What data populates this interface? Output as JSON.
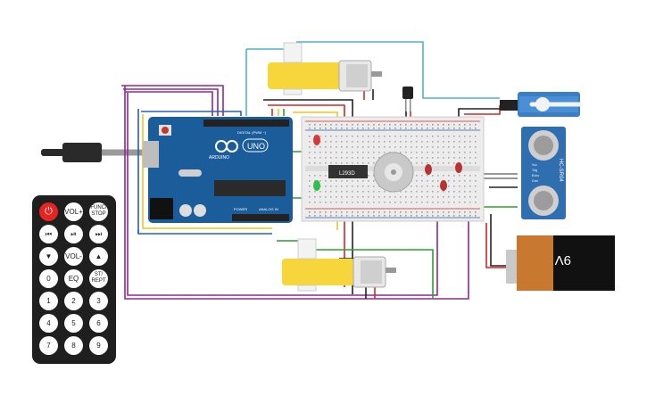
{
  "arduino": {
    "brand": "ARDUINO",
    "model": "UNO",
    "digital_label": "DIGITAL (PWM ~)",
    "power_label": "POWER",
    "analog_label": "ANALOG IN"
  },
  "ic": {
    "label": "L293D"
  },
  "ultrasonic": {
    "label": "HC-SR04",
    "pins": [
      "Vcc",
      "Trig",
      "Echo",
      "Gnd"
    ]
  },
  "battery": {
    "label": "9V"
  },
  "remote": {
    "buttons": [
      {
        "label": "⏻",
        "icon": "power-icon"
      },
      {
        "label": "VOL+"
      },
      {
        "label": "FUNC/ STOP"
      },
      {
        "label": "⏮",
        "icon": "previous-icon"
      },
      {
        "label": "⏯",
        "icon": "play-pause-icon"
      },
      {
        "label": "⏭",
        "icon": "next-icon"
      },
      {
        "label": "▼",
        "icon": "down-icon"
      },
      {
        "label": "VOL-"
      },
      {
        "label": "▲",
        "icon": "up-icon"
      },
      {
        "label": "0"
      },
      {
        "label": "EQ"
      },
      {
        "label": "ST/ REPT"
      },
      {
        "label": "1"
      },
      {
        "label": "2"
      },
      {
        "label": "3"
      },
      {
        "label": "4"
      },
      {
        "label": "5"
      },
      {
        "label": "6"
      },
      {
        "label": "7"
      },
      {
        "label": "8"
      },
      {
        "label": "9"
      }
    ]
  },
  "colors": {
    "wire_red": "#d62626",
    "wire_black": "#222222",
    "wire_yellow": "#f0c419",
    "wire_green": "#2e9e2e",
    "wire_cyan": "#4fb3c8",
    "wire_purple": "#8e2a8e",
    "wire_blue": "#2a5fb5",
    "wire_gray": "#777777",
    "board_blue": "#1b5c9b",
    "motor_yellow": "#f6d63a"
  }
}
